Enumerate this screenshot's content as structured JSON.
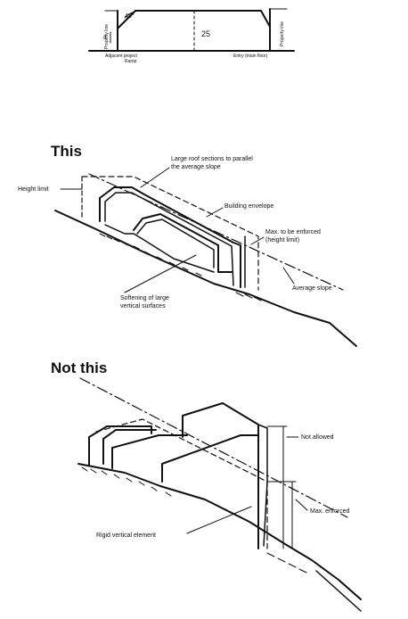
{
  "top_section": {
    "angle_label": "45°",
    "height_label": "8'",
    "dimension_label": "25",
    "left_vertical_label": "Property line",
    "right_vertical_label": "Property line",
    "bottom_left_label": "Adjacent project",
    "bottom_left_label_2": "Ramp",
    "bottom_right_label": "Entry (main floor)"
  },
  "this_section": {
    "heading": "This",
    "height_limit_label": "Height limit",
    "roof_label_1": "Large roof sections to parallel",
    "roof_label_2": "the average slope",
    "envelope_label": "Building envelope",
    "max_label_1": "Max. to be enforced",
    "max_label_2": "(height limit)",
    "avg_slope_label": "Average slope",
    "softening_label_1": "Softening of large",
    "softening_label_2": "vertical surfaces"
  },
  "not_this_section": {
    "heading": "Not this",
    "not_allowed_label": "Not allowed",
    "max_enforced_label": "Max. enforced",
    "rigid_label": "Rigid vertical element"
  }
}
